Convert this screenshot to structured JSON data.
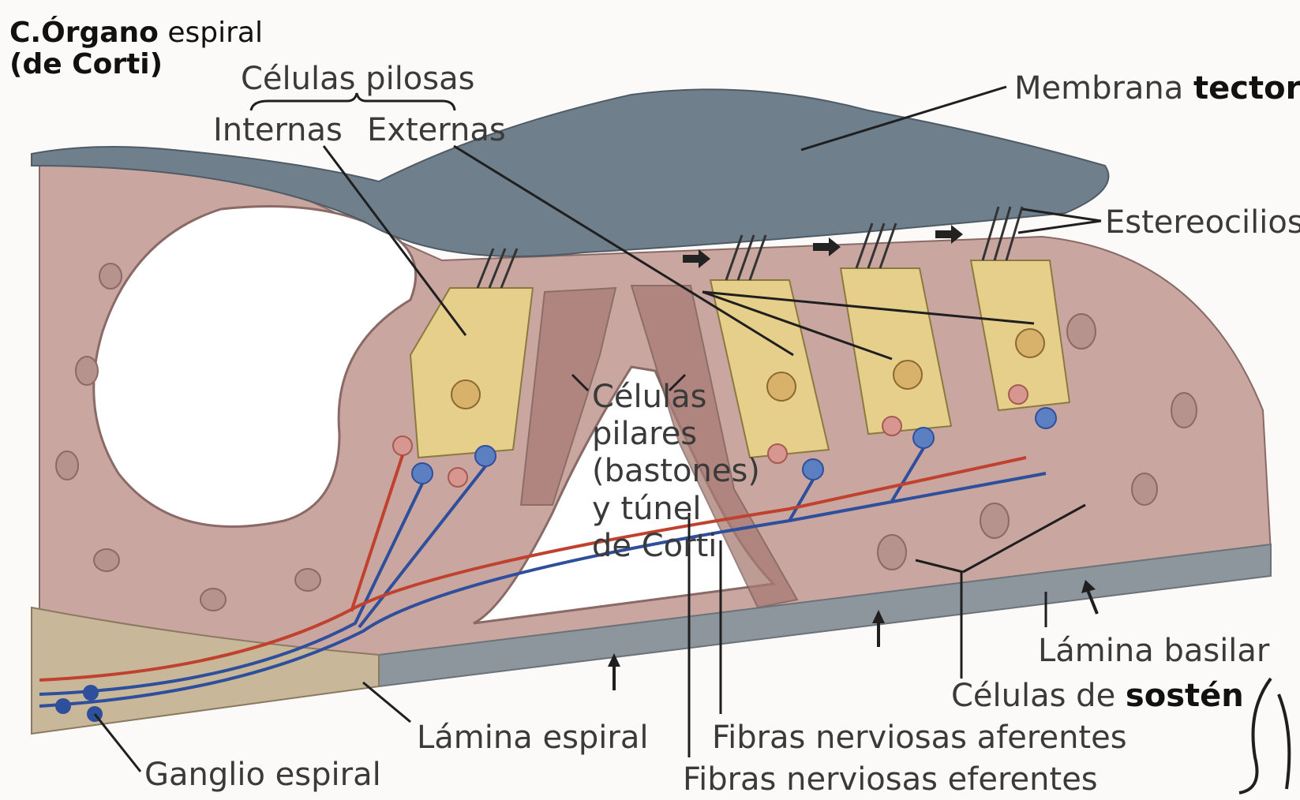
{
  "title": {
    "line1_bold": "C.Órgano",
    "line1_rest": " espiral",
    "line2": "(de Corti)"
  },
  "labels": {
    "celulas_pilosas": "Células pilosas",
    "internas": "Internas",
    "externas": "Externas",
    "membrana": "Membrana",
    "tectoria": "tectoria",
    "estereocilios": "Estereocilios",
    "pilares_1": "Células",
    "pilares_2": "pilares",
    "pilares_3": "(bastones)",
    "pilares_4": "y túnel",
    "pilares_5": "de Corti",
    "lamina_basilar": "Lámina basilar",
    "celulas_de": "Células de",
    "sosten": "sostén",
    "fibras_aferentes": "Fibras nerviosas aferentes",
    "fibras_eferentes": "Fibras nerviosas eferentes",
    "lamina_espiral": "Lámina espiral",
    "ganglio_espiral": "Ganglio espiral"
  },
  "colors": {
    "tectorial_membrane": "#6f7f8c",
    "supporting_tissue": "#c9a6a0",
    "hair_cell": "#e6cf8a",
    "basilar_membrane": "#8d969c",
    "afferent_fiber": "#2e4f9c",
    "efferent_fiber": "#c0412d",
    "leader_line": "#1f1f1f"
  }
}
